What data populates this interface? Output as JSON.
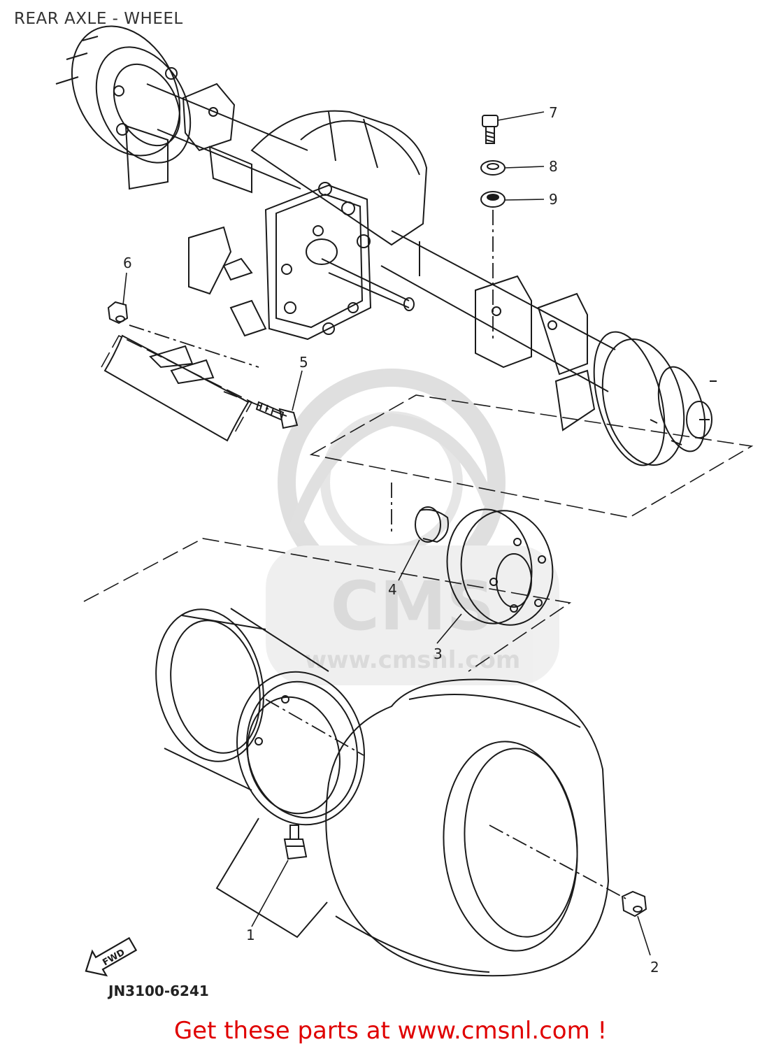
{
  "header": {
    "title": "REAR AXLE - WHEEL"
  },
  "watermark": {
    "brand": "CMS",
    "site": "www.cmsnl.com"
  },
  "callouts": [
    {
      "number": "1",
      "part": "tire-valve"
    },
    {
      "number": "2",
      "part": "wheel-nut"
    },
    {
      "number": "3",
      "part": "brake-drum"
    },
    {
      "number": "4",
      "part": "hub-cap"
    },
    {
      "number": "5",
      "part": "flange-bolt"
    },
    {
      "number": "6",
      "part": "flange-nut"
    },
    {
      "number": "7",
      "part": "bolt"
    },
    {
      "number": "8",
      "part": "washer"
    },
    {
      "number": "9",
      "part": "grommet"
    }
  ],
  "fwd_arrow": {
    "label": "FWD"
  },
  "drawing_code": "JN3100-6241",
  "footer": {
    "promo": "Get these parts at www.cmsnl.com !"
  },
  "colors": {
    "line": "#1a1a1a",
    "watermark": "#d6d6d6",
    "promo": "#e00000"
  }
}
